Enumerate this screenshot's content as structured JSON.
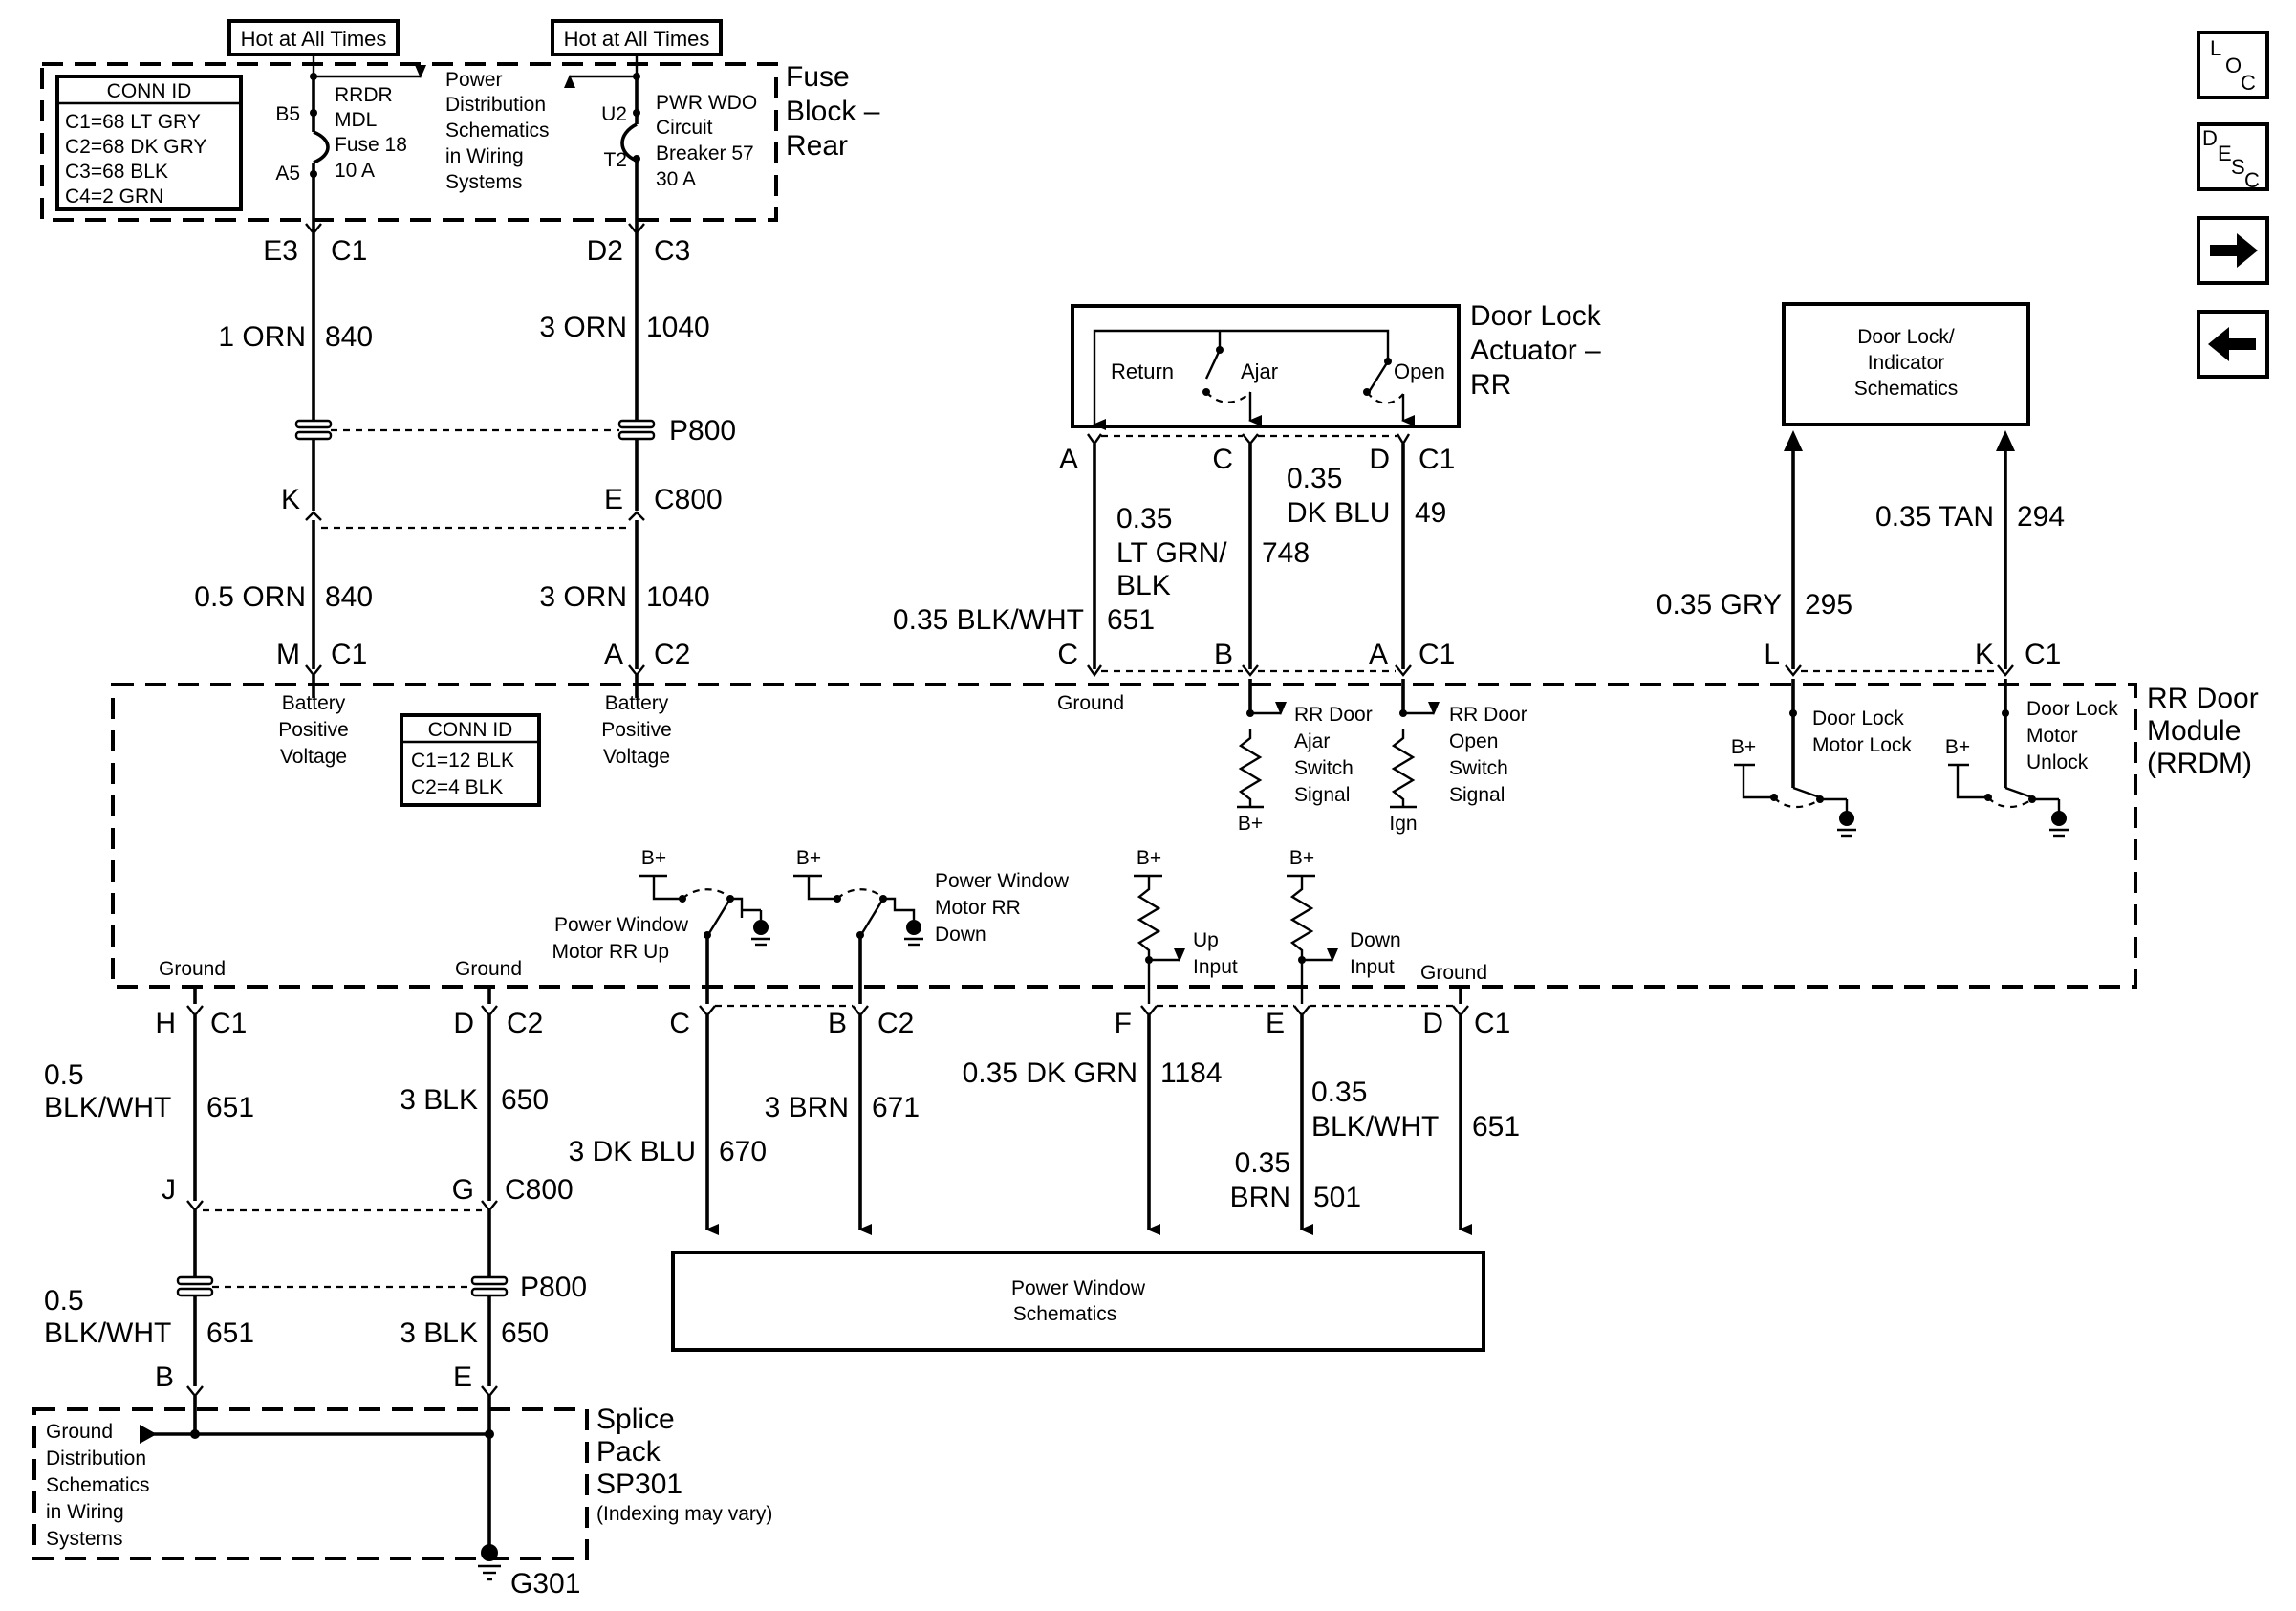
{
  "fuse_block": {
    "hot1": "Hot at All Times",
    "hot2": "Hot at All Times",
    "title": [
      "Fuse",
      "Block –",
      "Rear"
    ],
    "conn_id_title": "CONN ID",
    "conn_ids": [
      "C1=68 LT GRY",
      "C2=68 DK GRY",
      "C3=68 BLK",
      "C4=2 GRN"
    ],
    "fuse_b5": "B5",
    "fuse_a5": "A5",
    "fuse_label": [
      "RRDR",
      "MDL",
      "Fuse 18",
      "10 A"
    ],
    "power_dist": [
      "Power",
      "Distribution",
      "Schematics",
      "in Wiring",
      "Systems"
    ],
    "cb_u2": "U2",
    "cb_t2": "T2",
    "cb_label": [
      "PWR WDO",
      "Circuit",
      "Breaker 57",
      "30 A"
    ]
  },
  "upper_wires": {
    "e3": "E3",
    "c1": "C1",
    "d2": "D2",
    "c3": "C3",
    "w840a_color": "1 ORN",
    "w840a_num": "840",
    "w1040a_color": "3 ORN",
    "w1040a_num": "1040",
    "p800": "P800",
    "k": "K",
    "e": "E",
    "c800": "C800",
    "w840b_color": "0.5 ORN",
    "w840b_num": "840",
    "w1040b_color": "3 ORN",
    "w1040b_num": "1040",
    "m": "M",
    "m_c1": "C1",
    "a": "A",
    "a_c2": "C2"
  },
  "door_lock_actuator": {
    "title": [
      "Door Lock",
      "Actuator –",
      "RR"
    ],
    "return": "Return",
    "ajar": "Ajar",
    "open": "Open",
    "pin_a": "A",
    "pin_c": "C",
    "pin_d": "D",
    "c1": "C1",
    "w748_size": "0.35",
    "w748_color": [
      "LT GRN/",
      "BLK"
    ],
    "w748_num": "748",
    "w49_size": "0.35",
    "w49_color": "DK BLU",
    "w49_num": "49",
    "w651_color": "0.35 BLK/WHT",
    "w651_num": "651",
    "rr_c": "C",
    "rr_b": "B",
    "rr_a": "A",
    "rr_c1": "C1"
  },
  "indicator": {
    "box": [
      "Door Lock/",
      "Indicator",
      "Schematics"
    ],
    "w294_color": "0.35 TAN",
    "w294_num": "294",
    "w295_color": "0.35 GRY",
    "w295_num": "295",
    "l": "L",
    "k": "K",
    "c1": "C1"
  },
  "rrdm": {
    "title": [
      "RR Door",
      "Module",
      "(RRDM)"
    ],
    "batt1": [
      "Battery",
      "Positive",
      "Voltage"
    ],
    "batt2": [
      "Battery",
      "Positive",
      "Voltage"
    ],
    "conn_id_title": "CONN ID",
    "conn_ids": [
      "C1=12 BLK",
      "C2=4 BLK"
    ],
    "ground_top": "Ground",
    "ajar_sig": [
      "RR Door",
      "Ajar",
      "Switch",
      "Signal"
    ],
    "open_sig": [
      "RR Door",
      "Open",
      "Switch",
      "Signal"
    ],
    "bplus": "B+",
    "ign": "Ign",
    "lock": [
      "Door Lock",
      "Motor Lock"
    ],
    "unlock": [
      "Door Lock",
      "Motor",
      "Unlock"
    ],
    "pw_up": [
      "Power Window",
      "Motor RR Up"
    ],
    "pw_down": [
      "Power Window",
      "Motor RR",
      "Down"
    ],
    "up_input": [
      "Up",
      "Input"
    ],
    "down_input": [
      "Down",
      "Input"
    ],
    "ground": "Ground"
  },
  "lower_wires": {
    "h": "H",
    "h_c1": "C1",
    "d": "D",
    "d_c2": "C2",
    "c": "C",
    "b": "B",
    "b_c2": "C2",
    "f": "F",
    "e": "E",
    "d2": "D",
    "d2_c1": "C1",
    "w651a_size": "0.5",
    "w651a_color": "BLK/WHT",
    "w651a_num": "651",
    "w650a_color": "3 BLK",
    "w650a_num": "650",
    "w670_color": "3 DK BLU",
    "w670_num": "670",
    "w671_color": "3 BRN",
    "w671_num": "671",
    "w1184_color": "0.35 DK GRN",
    "w1184_num": "1184",
    "w501_size": "0.35",
    "w501_color": "BRN",
    "w501_num": "501",
    "w651c_size": "0.35",
    "w651c_color": "BLK/WHT",
    "w651c_num": "651",
    "j": "J",
    "g": "G",
    "c800": "C800",
    "p800": "P800",
    "w651b_size": "0.5",
    "w651b_color": "BLK/WHT",
    "w651b_num": "651",
    "w650b_color": "3 BLK",
    "w650b_num": "650",
    "sp_b": "B",
    "sp_e": "E",
    "pw_box": [
      "Power Window",
      "Schematics"
    ]
  },
  "splice": {
    "ground_dist": [
      "Ground",
      "Distribution",
      "Schematics",
      "in Wiring",
      "Systems"
    ],
    "title": [
      "Splice",
      "Pack",
      "SP301"
    ],
    "indexing": "(Indexing may vary)",
    "g301": "G301"
  },
  "nav": {
    "loc": [
      "L",
      "O",
      "C"
    ],
    "desc": [
      "D",
      "E",
      "S",
      "C"
    ]
  }
}
